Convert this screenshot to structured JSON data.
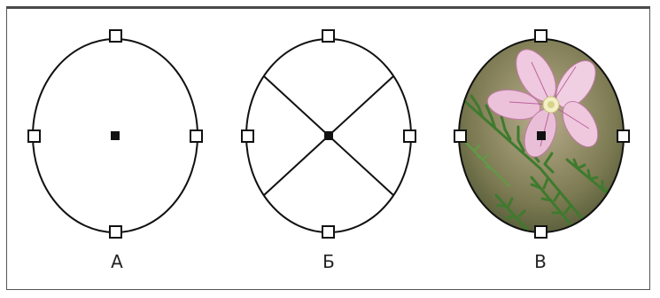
{
  "panels": [
    {
      "id": "a",
      "label": "А",
      "variant": "empty-frame"
    },
    {
      "id": "b",
      "label": "Б",
      "variant": "placeholder-frame"
    },
    {
      "id": "v",
      "label": "В",
      "variant": "image-frame"
    }
  ],
  "colors": {
    "stroke": "#111111",
    "handle_fill": "#ffffff",
    "center_point": "#111111",
    "petal": "#e8b9d6",
    "petal_vein": "#b04c8f",
    "leaf": "#3f7a2e",
    "background_blur": "#8a8a5c"
  },
  "icons": [
    "selection-handle-icon",
    "center-point-icon",
    "flower-photo"
  ]
}
